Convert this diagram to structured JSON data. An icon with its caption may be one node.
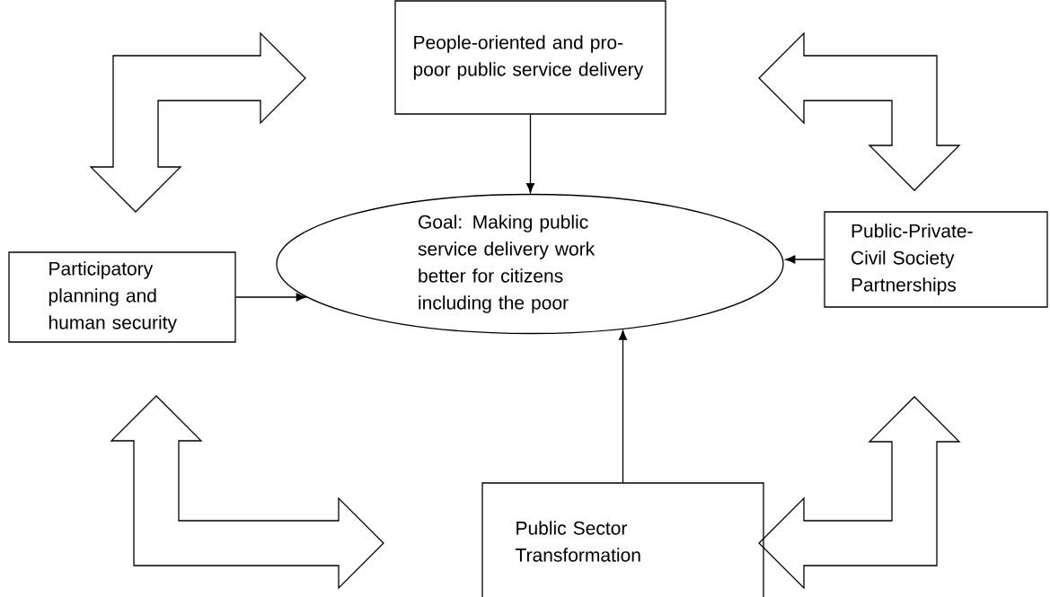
{
  "diagram": {
    "nodes": [
      {
        "text": [
          "People-oriented and pro-poor public service delivery"
        ]
      },
      {
        "text": [
          "Participatory planning and human security"
        ]
      },
      {
        "text": [
          "Goal: Making public service delivery work better for citizens including the poor"
        ]
      },
      {
        "text": [
          "Public-Private-Civil Society Partnerships"
        ]
      },
      {
        "text": [
          "Public Sector Transformation"
        ]
      }
    ],
    "edges": [
      {
        "from": 0,
        "to": 2,
        "arrow": "to"
      },
      {
        "from": 1,
        "to": 2,
        "arrow": "to"
      },
      {
        "from": 3,
        "to": 2,
        "arrow": "to"
      },
      {
        "from": 4,
        "to": 2,
        "arrow": "to"
      },
      {
        "from": 0,
        "to": 1,
        "arrow": "both"
      },
      {
        "from": 0,
        "to": 3,
        "arrow": "both"
      },
      {
        "from": 1,
        "to": 4,
        "arrow": "both"
      },
      {
        "from": 3,
        "to": 4,
        "arrow": "both"
      }
    ]
  }
}
